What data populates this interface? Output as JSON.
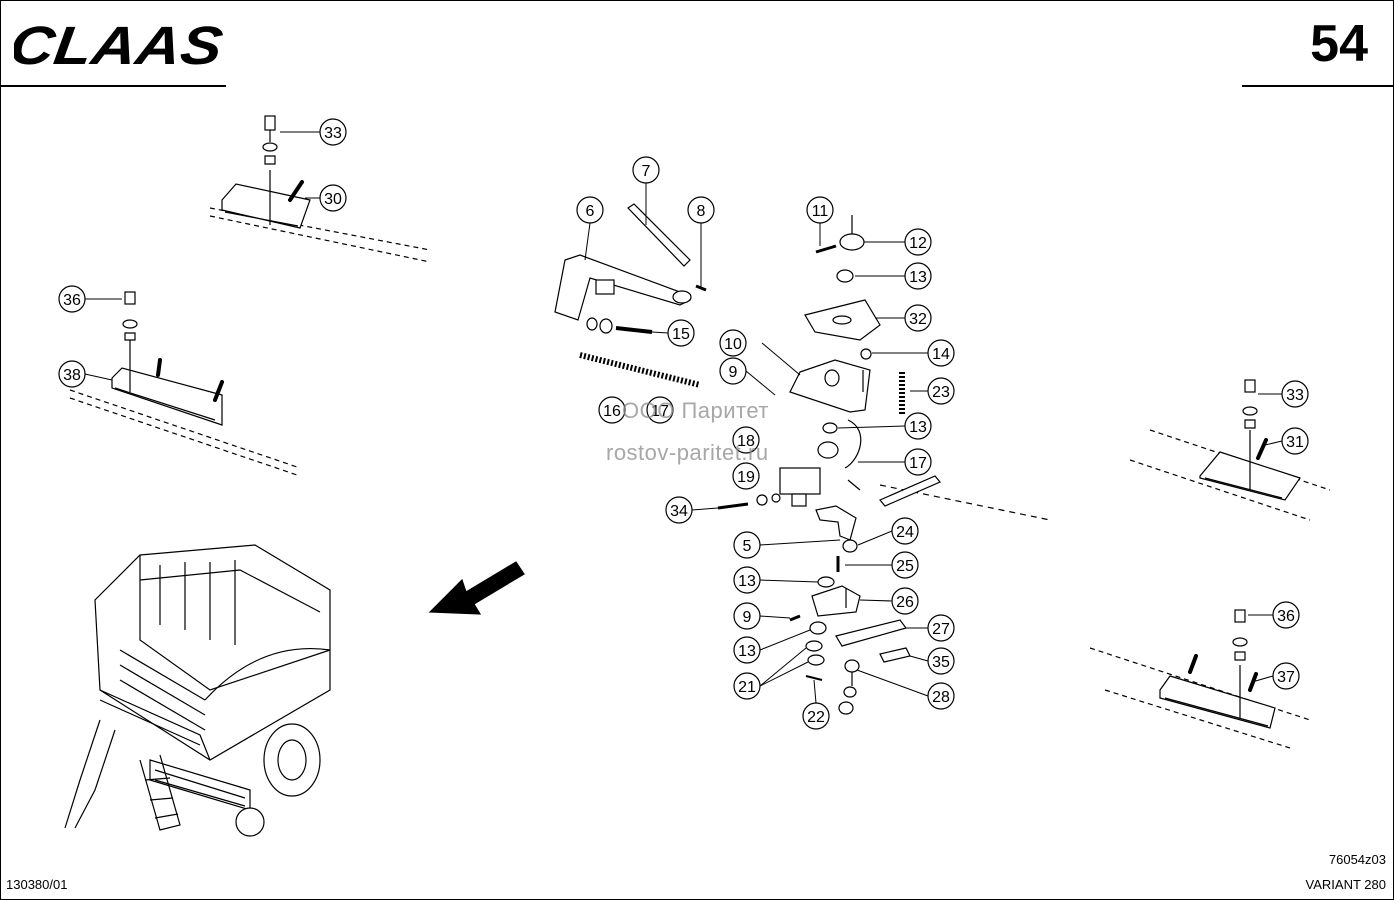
{
  "header": {
    "brand": "CLAAS",
    "page_number": "54"
  },
  "footer": {
    "doc_number": "130380/01",
    "drawing_number": "76054z03",
    "model": "VARIANT 280"
  },
  "watermark": {
    "line1": "ООО Паритет",
    "line2": "rostov-paritet.ru"
  },
  "callouts": [
    "5",
    "6",
    "7",
    "8",
    "9",
    "10",
    "11",
    "12",
    "13",
    "14",
    "15",
    "16",
    "17",
    "18",
    "19",
    "21",
    "22",
    "23",
    "24",
    "25",
    "26",
    "27",
    "28",
    "30",
    "31",
    "32",
    "33",
    "34",
    "35",
    "36",
    "37",
    "38"
  ],
  "labels": {
    "n5": "5",
    "n6": "6",
    "n7": "7",
    "n8": "8",
    "n9": "9",
    "n10": "10",
    "n11": "11",
    "n12": "12",
    "n13": "13",
    "n14": "14",
    "n15": "15",
    "n16": "16",
    "n17": "17",
    "n18": "18",
    "n19": "19",
    "n21": "21",
    "n22": "22",
    "n23": "23",
    "n24": "24",
    "n25": "25",
    "n26": "26",
    "n27": "27",
    "n28": "28",
    "n30": "30",
    "n31": "31",
    "n32": "32",
    "n33": "33",
    "n34": "34",
    "n35": "35",
    "n36": "36",
    "n37": "37",
    "n38": "38"
  },
  "colors": {
    "ink": "#000000",
    "watermark": "#8a8a8a"
  }
}
